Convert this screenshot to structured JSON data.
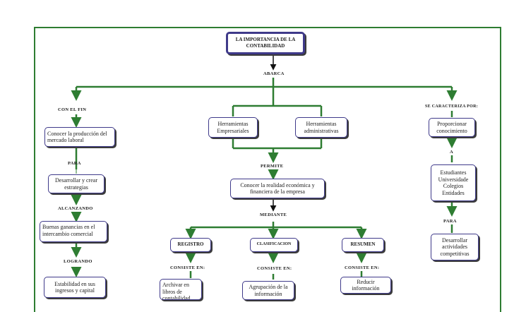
{
  "root": "LA IMPORTANCIA DE LA CONTABILIDAD",
  "links": {
    "abarca": "ABARCA",
    "con_el_fin": "CON EL FIN",
    "se_caracteriza": "SE CARACTERIZA POR:",
    "para_left": "PARA",
    "alcanzando": "ALCANZANDO",
    "logrando": "LOGRANDO",
    "permite": "PERMITE",
    "mediante": "MEDIANTE",
    "a": "A",
    "para_right": "PARA",
    "consiste_1": "CONSISTE EN:",
    "consiste_2": "CONSISTE EN:",
    "consiste_3": "CONSISTE EN:"
  },
  "nodes": {
    "conocer_produccion": "Conocer la producción del mercado laboral",
    "desarrollar_estrategias": "Desarrollar y crear estrategias",
    "buenas_ganancias": "Buenas ganancias en el intercambio comercial",
    "estabilidad": "Estabilidad en sus ingresos y capital",
    "herramientas_empresariales": "Herramientas Empresariales",
    "herramientas_administrativas": "Herramientas administrativas",
    "conocer_realidad": "Conocer la realidad económica y financiera de la empresa",
    "registro": "REGISTRO",
    "clasificacion": "CLASIFICACION",
    "resumen": "RESUMEN",
    "archivar": "Archivar en libros de contabilidad",
    "agrupacion": "Agrupación de la información",
    "reducir": "Reducir información",
    "proporcionar": "Proporcionar conocimiento",
    "estudiantes": "Estudiantes Universidade Colegios Entidades",
    "desarrollar_actividades": "Desarrollar actividades competitivas"
  },
  "colors": {
    "connector": "#2e7d32",
    "frame": "#2e7d32",
    "box_border": "#3f3a8a",
    "shadow": "#3b3b3b",
    "root_arrow": "#111111"
  }
}
